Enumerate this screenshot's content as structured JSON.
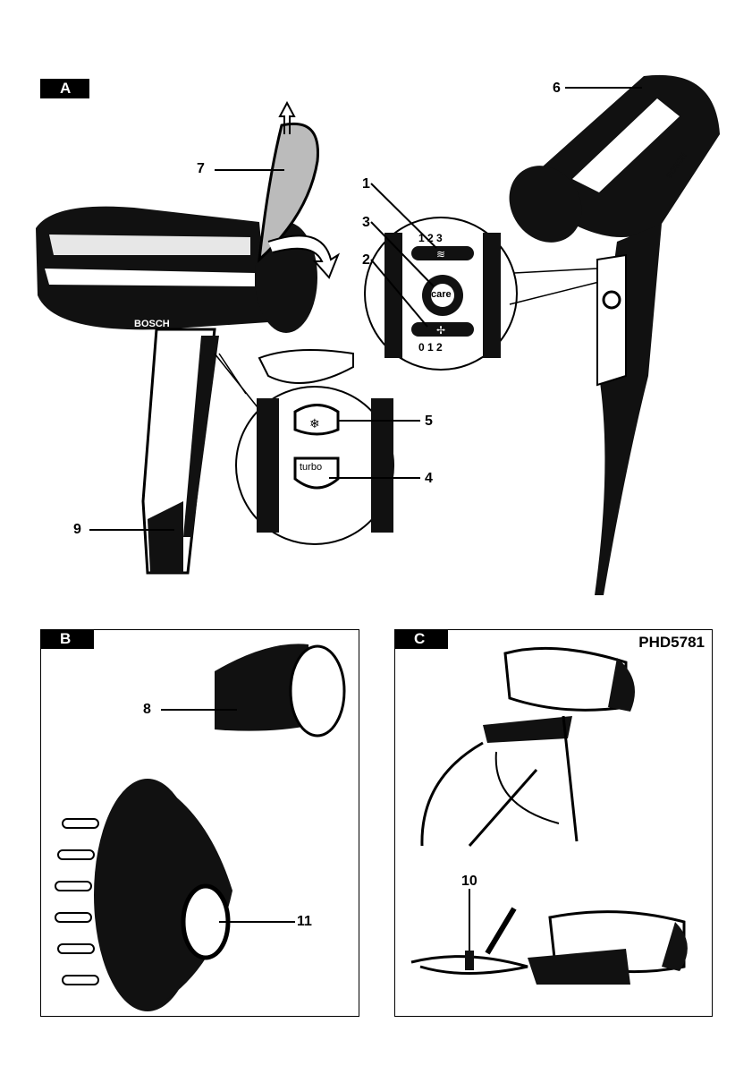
{
  "sections": {
    "a": {
      "label": "A"
    },
    "b": {
      "label": "B"
    },
    "c": {
      "label": "C",
      "model": "PHD5781"
    }
  },
  "callouts": {
    "n1": "1",
    "n2": "2",
    "n3": "3",
    "n4": "4",
    "n5": "5",
    "n6": "6",
    "n7": "7",
    "n8": "8",
    "n9": "9",
    "n10": "10",
    "n11": "11"
  },
  "controls": {
    "heat_scale": "1 2 3",
    "fan_scale": "0 1 2",
    "care_button": "care",
    "turbo_button": "turbo",
    "brand": "BOSCH"
  }
}
